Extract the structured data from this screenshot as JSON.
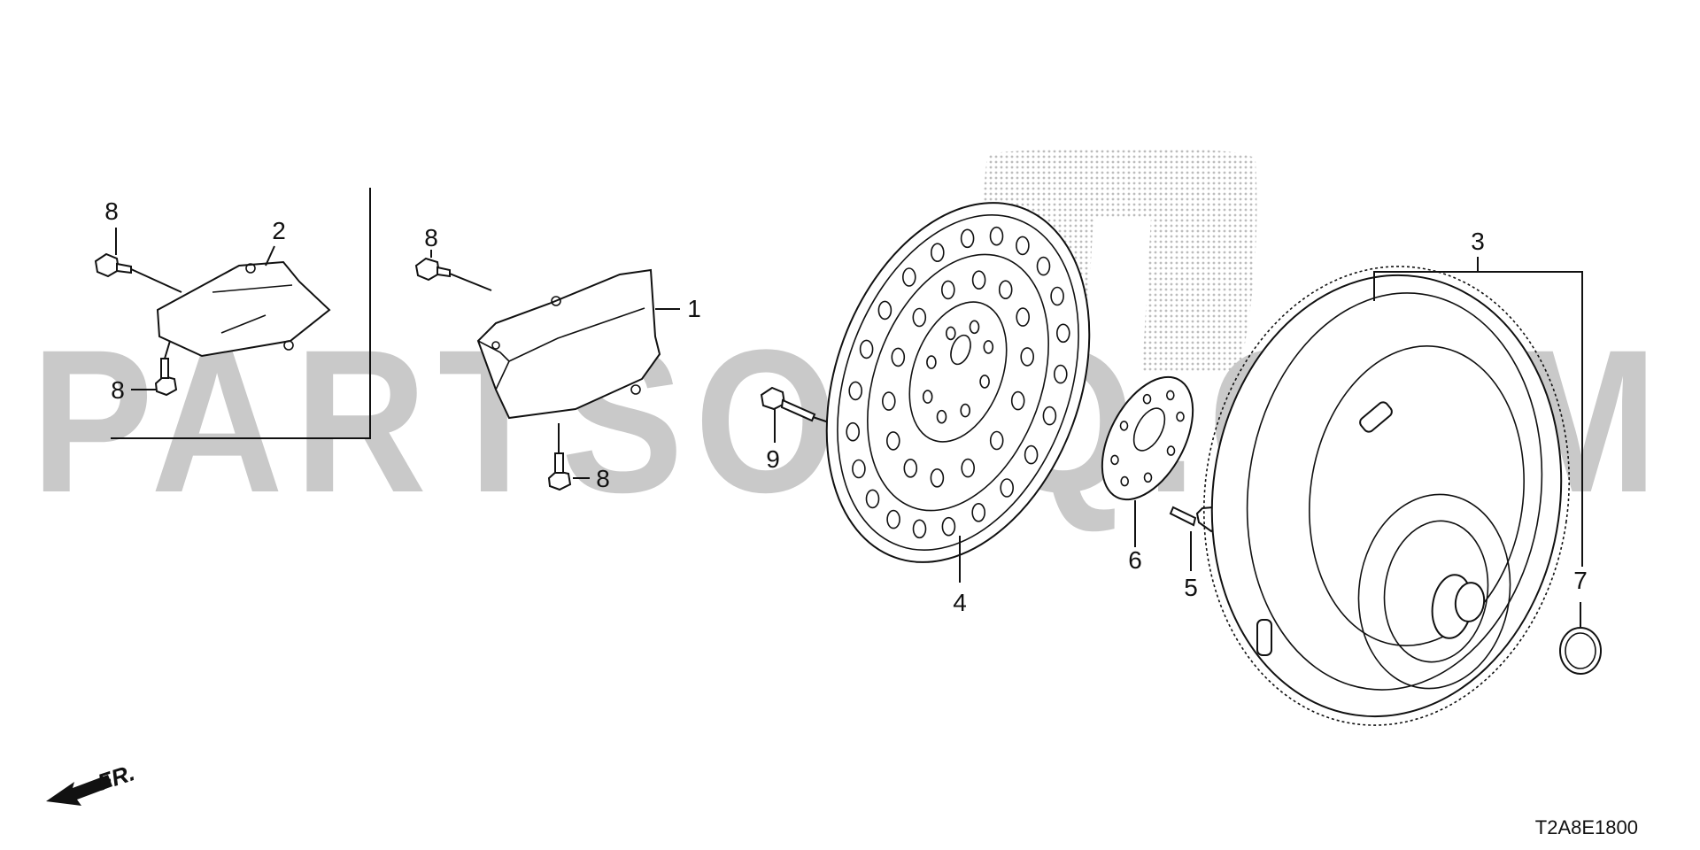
{
  "diagram": {
    "watermark_text": "PARTSOUQ.COM",
    "diagram_code": "T2A8E1800",
    "front_indicator": "FR.",
    "callouts": {
      "c1": "1",
      "c2": "2",
      "c3": "3",
      "c4": "4",
      "c5": "5",
      "c6": "6",
      "c7": "7",
      "c8a": "8",
      "c8b": "8",
      "c8c": "8",
      "c8d": "8",
      "c9": "9"
    }
  }
}
